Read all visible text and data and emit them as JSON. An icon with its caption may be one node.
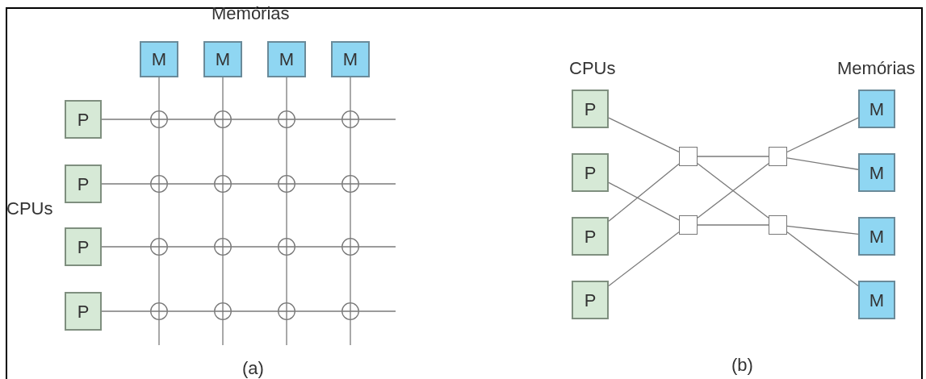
{
  "diagram": {
    "nodes": [
      {
        "text": [
          "M"
        ]
      },
      {
        "text": [
          "M"
        ]
      },
      {
        "text": [
          "M"
        ]
      },
      {
        "text": [
          "M"
        ]
      },
      {
        "text": [
          "P"
        ]
      },
      {
        "text": [
          "P"
        ]
      },
      {
        "text": [
          "P"
        ]
      },
      {
        "text": [
          "P"
        ]
      },
      {
        "text": [],
        "shape": "circle"
      },
      {
        "text": [],
        "shape": "circle"
      },
      {
        "text": [],
        "shape": "circle"
      },
      {
        "text": [],
        "shape": "circle"
      },
      {
        "text": [],
        "shape": "circle"
      },
      {
        "text": [],
        "shape": "circle"
      },
      {
        "text": [],
        "shape": "circle"
      },
      {
        "text": [],
        "shape": "circle"
      },
      {
        "text": [],
        "shape": "circle"
      },
      {
        "text": [],
        "shape": "circle"
      },
      {
        "text": [],
        "shape": "circle"
      },
      {
        "text": [],
        "shape": "circle"
      },
      {
        "text": [],
        "shape": "circle"
      },
      {
        "text": [],
        "shape": "circle"
      },
      {
        "text": [],
        "shape": "circle"
      },
      {
        "text": [],
        "shape": "circle"
      },
      {
        "text": [
          "P"
        ]
      },
      {
        "text": [
          "P"
        ]
      },
      {
        "text": [
          "P"
        ]
      },
      {
        "text": [
          "P"
        ]
      },
      {
        "text": [],
        "shape": "box"
      },
      {
        "text": [],
        "shape": "box"
      },
      {
        "text": [],
        "shape": "box"
      },
      {
        "text": [],
        "shape": "box"
      },
      {
        "text": [
          "M"
        ]
      },
      {
        "text": [
          "M"
        ]
      },
      {
        "text": [
          "M"
        ]
      },
      {
        "text": [
          "M"
        ]
      }
    ],
    "edges": [
      {
        "from": 0,
        "to": 8,
        "arrow": "none"
      },
      {
        "from": 8,
        "to": 12,
        "arrow": "none"
      },
      {
        "from": 12,
        "to": 16,
        "arrow": "none"
      },
      {
        "from": 16,
        "to": 20,
        "arrow": "none"
      },
      {
        "from": 20,
        "to": null,
        "arrow": "none"
      },
      {
        "from": 1,
        "to": 9,
        "arrow": "none"
      },
      {
        "from": 9,
        "to": 13,
        "arrow": "none"
      },
      {
        "from": 13,
        "to": 17,
        "arrow": "none"
      },
      {
        "from": 17,
        "to": 21,
        "arrow": "none"
      },
      {
        "from": 21,
        "to": null,
        "arrow": "none"
      },
      {
        "from": 2,
        "to": 10,
        "arrow": "none"
      },
      {
        "from": 10,
        "to": 14,
        "arrow": "none"
      },
      {
        "from": 14,
        "to": 18,
        "arrow": "none"
      },
      {
        "from": 18,
        "to": 22,
        "arrow": "none"
      },
      {
        "from": 22,
        "to": null,
        "arrow": "none"
      },
      {
        "from": 3,
        "to": 11,
        "arrow": "none"
      },
      {
        "from": 11,
        "to": 15,
        "arrow": "none"
      },
      {
        "from": 15,
        "to": 19,
        "arrow": "none"
      },
      {
        "from": 19,
        "to": 23,
        "arrow": "none"
      },
      {
        "from": 23,
        "to": null,
        "arrow": "none"
      },
      {
        "from": 4,
        "to": 8,
        "arrow": "none"
      },
      {
        "from": 8,
        "to": 9,
        "arrow": "none"
      },
      {
        "from": 9,
        "to": 10,
        "arrow": "none"
      },
      {
        "from": 10,
        "to": 11,
        "arrow": "none"
      },
      {
        "from": 11,
        "to": null,
        "arrow": "none"
      },
      {
        "from": 5,
        "to": 12,
        "arrow": "none"
      },
      {
        "from": 12,
        "to": 13,
        "arrow": "none"
      },
      {
        "from": 13,
        "to": 14,
        "arrow": "none"
      },
      {
        "from": 14,
        "to": 15,
        "arrow": "none"
      },
      {
        "from": 15,
        "to": null,
        "arrow": "none"
      },
      {
        "from": 6,
        "to": 16,
        "arrow": "none"
      },
      {
        "from": 16,
        "to": 17,
        "arrow": "none"
      },
      {
        "from": 17,
        "to": 18,
        "arrow": "none"
      },
      {
        "from": 18,
        "to": 19,
        "arrow": "none"
      },
      {
        "from": 19,
        "to": null,
        "arrow": "none"
      },
      {
        "from": 7,
        "to": 20,
        "arrow": "none"
      },
      {
        "from": 20,
        "to": 21,
        "arrow": "none"
      },
      {
        "from": 21,
        "to": 22,
        "arrow": "none"
      },
      {
        "from": 22,
        "to": 23,
        "arrow": "none"
      },
      {
        "from": 23,
        "to": null,
        "arrow": "none"
      },
      {
        "from": 24,
        "to": 28,
        "arrow": "none"
      },
      {
        "from": 25,
        "to": 29,
        "arrow": "none"
      },
      {
        "from": 26,
        "to": 28,
        "arrow": "none"
      },
      {
        "from": 27,
        "to": 29,
        "arrow": "none"
      },
      {
        "from": 28,
        "to": 30,
        "arrow": "none"
      },
      {
        "from": 28,
        "to": 31,
        "arrow": "none"
      },
      {
        "from": 29,
        "to": 30,
        "arrow": "none"
      },
      {
        "from": 29,
        "to": 31,
        "arrow": "none"
      },
      {
        "from": 30,
        "to": 32,
        "arrow": "none"
      },
      {
        "from": 30,
        "to": 33,
        "arrow": "none"
      },
      {
        "from": 31,
        "to": 34,
        "arrow": "none"
      },
      {
        "from": 31,
        "to": 35,
        "arrow": "none"
      }
    ],
    "labels": [
      "Memórias",
      "CPUs",
      "(a)",
      "CPUs",
      "Memórias",
      "(b)"
    ]
  }
}
